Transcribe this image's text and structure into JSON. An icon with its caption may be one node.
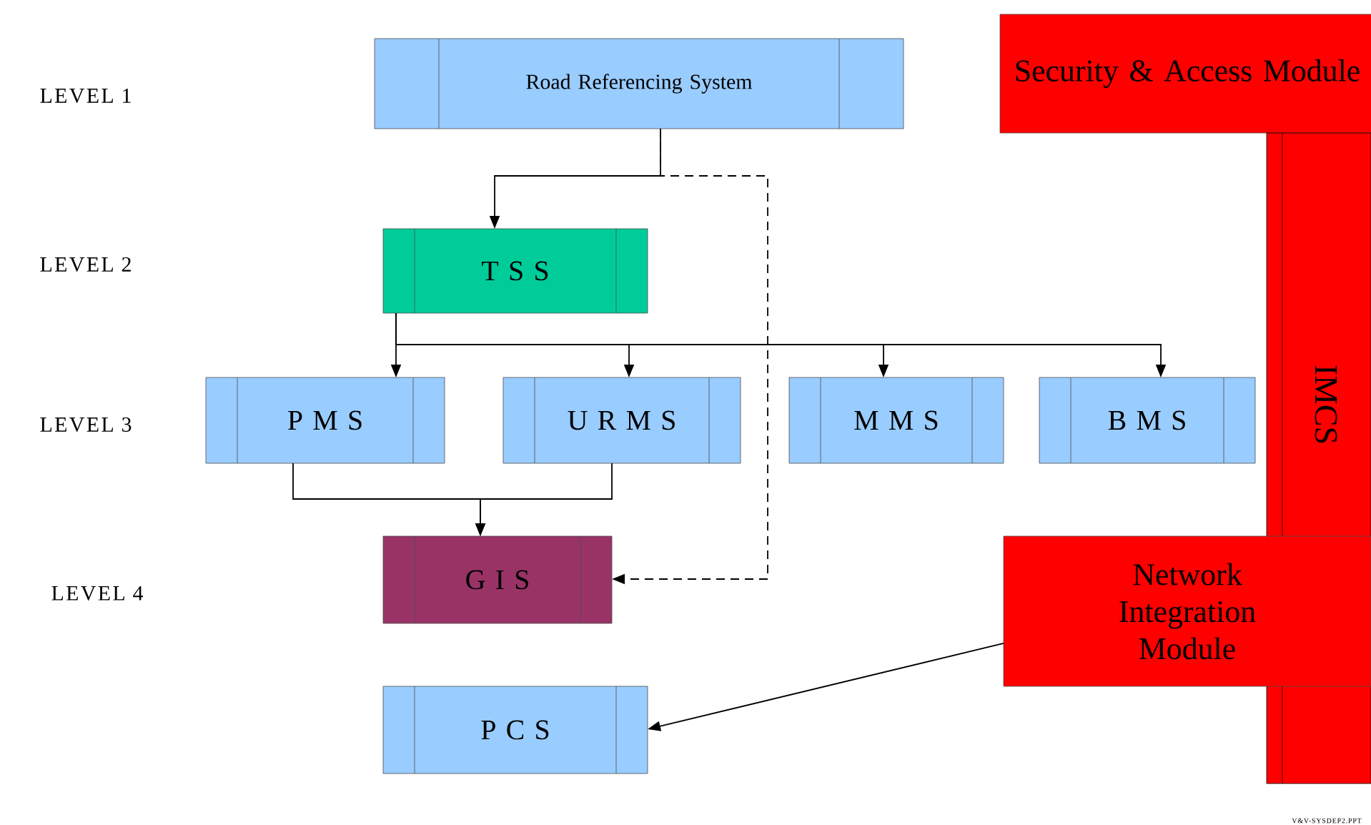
{
  "diagram": {
    "nodes": [
      {
        "text": [
          "Road Referencing System"
        ]
      },
      {
        "text": [
          "Security & Access Module"
        ]
      },
      {
        "text": [
          "IMCS"
        ]
      },
      {
        "text": [
          "T S S"
        ]
      },
      {
        "text": [
          "P M S"
        ]
      },
      {
        "text": [
          "U R M S"
        ]
      },
      {
        "text": [
          "M M S"
        ]
      },
      {
        "text": [
          "B M S"
        ]
      },
      {
        "text": [
          "G I S"
        ]
      },
      {
        "text": [
          "Network Integration Module"
        ]
      },
      {
        "text": [
          "P C S"
        ]
      }
    ],
    "edges": [
      {
        "from": 0,
        "to": 3,
        "arrow": "to"
      },
      {
        "from": 0,
        "to": 8,
        "arrow": "to",
        "style": "dashed"
      },
      {
        "from": 3,
        "to": 4,
        "arrow": "to"
      },
      {
        "from": 3,
        "to": 5,
        "arrow": "to"
      },
      {
        "from": 3,
        "to": 6,
        "arrow": "to"
      },
      {
        "from": 3,
        "to": 7,
        "arrow": "to"
      },
      {
        "from": 4,
        "to": 8,
        "arrow": "to"
      },
      {
        "from": 5,
        "to": 8,
        "arrow": "to"
      },
      {
        "from": 9,
        "to": 10,
        "arrow": "to"
      }
    ],
    "labels": [
      "LEVEL 1",
      "LEVEL 2",
      "LEVEL 3",
      "LEVEL 4",
      "V&V-SYSDEP2.PPT"
    ]
  }
}
